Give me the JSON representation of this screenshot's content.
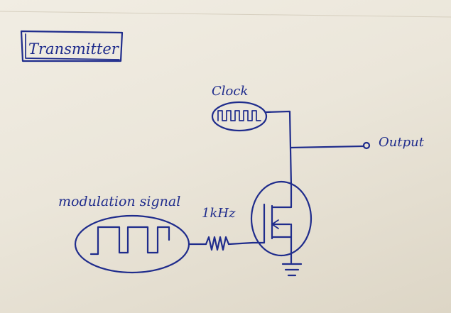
{
  "title": "Transmitter",
  "labels": {
    "clock": "Clock",
    "output": "Output",
    "modulation_signal": "modulation signal",
    "resistor_value": "1kHz"
  },
  "colors": {
    "ink": "#1f2c8c",
    "paper": "#efeadf"
  },
  "components": {
    "clock_source": "square-wave-oscillator-icon",
    "modulation_source": "square-wave-oscillator-icon",
    "resistor": "resistor-icon",
    "transistor": "mosfet-icon",
    "ground": "ground-icon",
    "output_terminal": "output-terminal-icon"
  }
}
